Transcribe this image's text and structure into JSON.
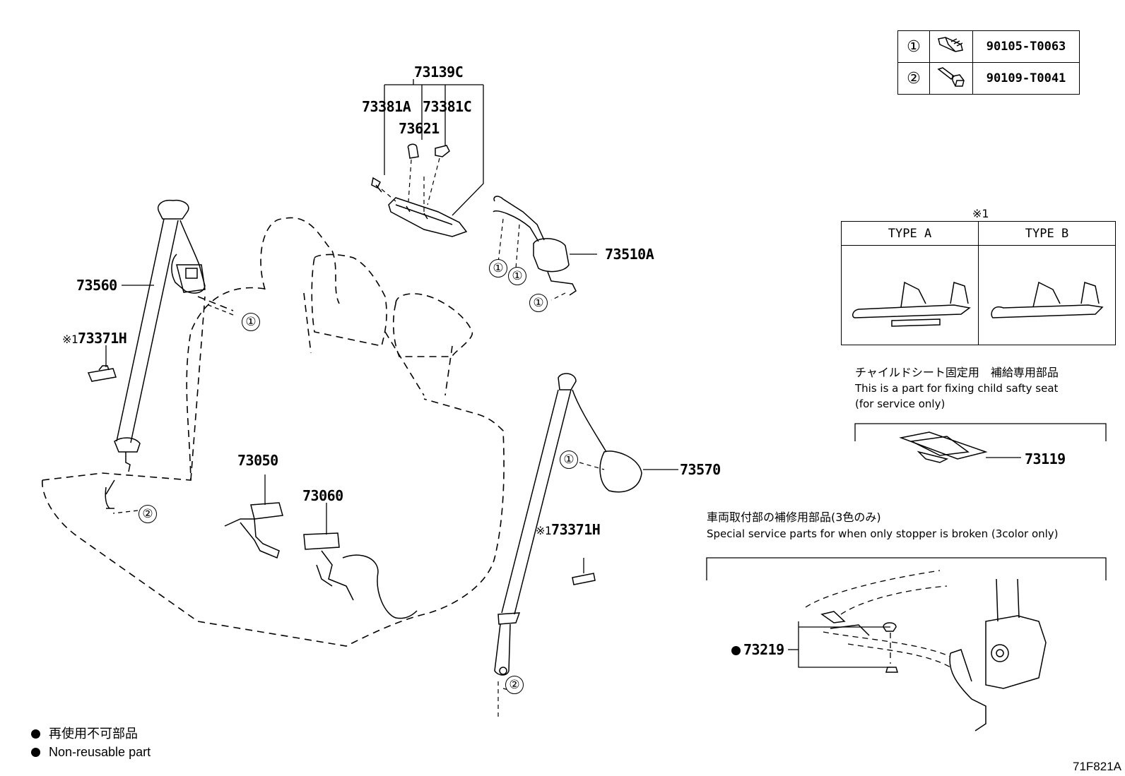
{
  "part_labels": {
    "p73139C": "73139C",
    "p73381A": "73381A",
    "p73381C": "73381C",
    "p73621": "73621",
    "p73510A": "73510A",
    "p73560": "73560",
    "p73371H_left": "73371H",
    "p73371H_right": "73371H",
    "p73050": "73050",
    "p73060": "73060",
    "p73570": "73570",
    "p73119": "73119",
    "p73219": "73219"
  },
  "note_marks": {
    "ref1": "※1",
    "ref1_left": "※1",
    "ref1_right": "※1"
  },
  "fastener_table": {
    "rows": [
      {
        "num": "①",
        "part": "90105-T0063",
        "icon": "bolt-icon"
      },
      {
        "num": "②",
        "part": "90109-T0041",
        "icon": "shoulder-bolt-icon"
      }
    ]
  },
  "type_box": {
    "type_a": "TYPE A",
    "type_b": "TYPE B"
  },
  "notes": {
    "child_seat_jp": "チャイルドシート固定用　補給専用部品",
    "child_seat_en1": "This is a part for fixing child safty seat",
    "child_seat_en2": "(for service only)",
    "stopper_jp": "車両取付部の補修用部品(3色のみ)",
    "stopper_en": "Special service parts for when only stopper is broken (3color only)"
  },
  "callouts": {
    "c1": "1",
    "c2": "2"
  },
  "legend": {
    "jp": "再使用不可部品",
    "en": "Non-reusable part"
  },
  "diagram_id": "71F821A"
}
